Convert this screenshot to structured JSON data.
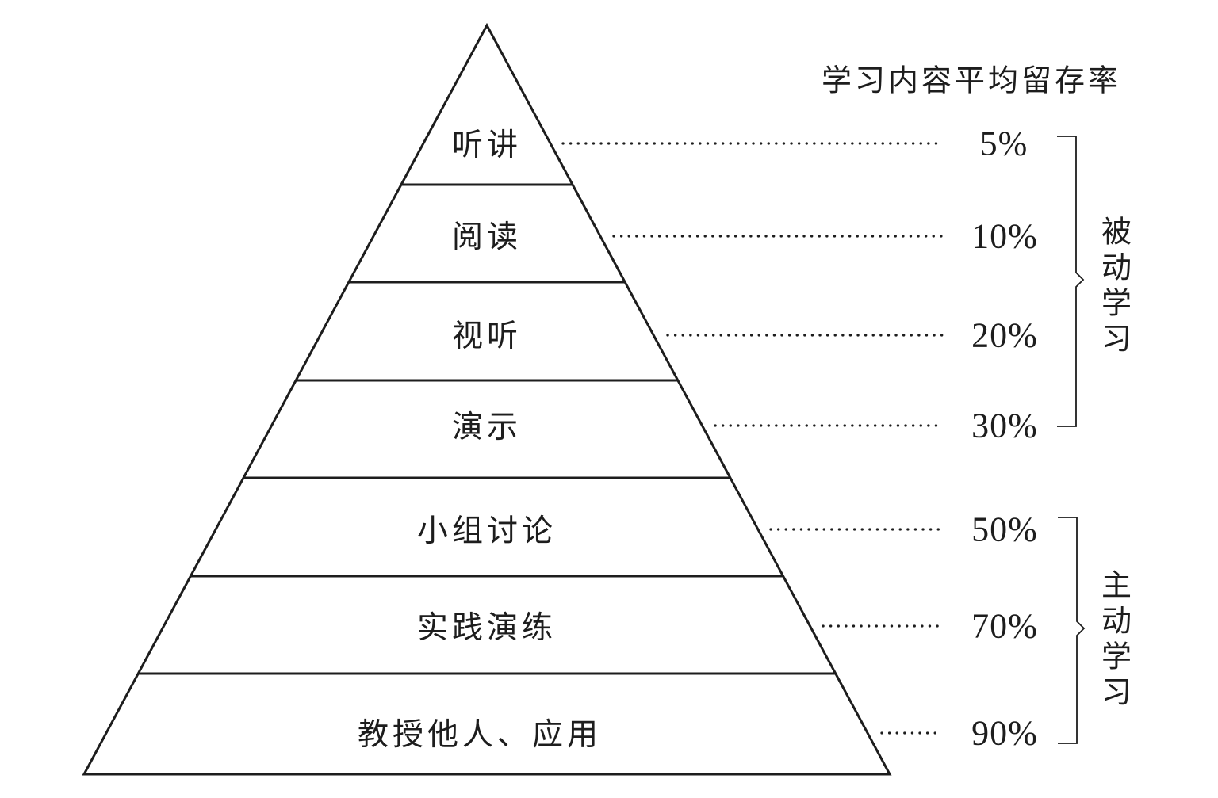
{
  "title": "学习内容平均留存率",
  "pyramid": {
    "levels": [
      {
        "label": "听讲",
        "percent": "5%"
      },
      {
        "label": "阅读",
        "percent": "10%"
      },
      {
        "label": "视听",
        "percent": "20%"
      },
      {
        "label": "演示",
        "percent": "30%"
      },
      {
        "label": "小组讨论",
        "percent": "50%"
      },
      {
        "label": "实践演练",
        "percent": "70%"
      },
      {
        "label": "教授他人、应用",
        "percent": "90%"
      }
    ]
  },
  "groups": {
    "passive": {
      "label": "被动学习",
      "covers": [
        "听讲",
        "阅读",
        "视听",
        "演示"
      ]
    },
    "active": {
      "label": "主动学习",
      "covers": [
        "小组讨论",
        "实践演练",
        "教授他人、应用"
      ]
    }
  },
  "colors": {
    "line": "#1d1d1d",
    "background": "#ffffff"
  }
}
